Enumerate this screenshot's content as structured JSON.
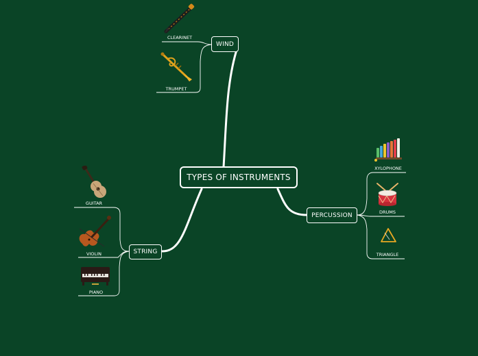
{
  "root": {
    "label": "TYPES OF INSTRUMENTS"
  },
  "branches": {
    "wind": {
      "label": "WIND",
      "leaves": [
        {
          "label": "CLEARINET",
          "icon": "clarinet-icon"
        },
        {
          "label": "TRUMPET",
          "icon": "trumpet-icon"
        }
      ]
    },
    "string": {
      "label": "STRING",
      "leaves": [
        {
          "label": "GUITAR",
          "icon": "guitar-icon"
        },
        {
          "label": "VIOLIN",
          "icon": "violin-icon"
        },
        {
          "label": "PIANO",
          "icon": "piano-icon"
        }
      ]
    },
    "percussion": {
      "label": "PERCUSSION",
      "leaves": [
        {
          "label": "XYLOPHONE",
          "icon": "xylophone-icon"
        },
        {
          "label": "DRUMS",
          "icon": "drum-icon"
        },
        {
          "label": "TRIANGLE",
          "icon": "triangle-icon"
        }
      ]
    }
  },
  "colors": {
    "background": "#0a4426",
    "lines": "#ffffff"
  }
}
